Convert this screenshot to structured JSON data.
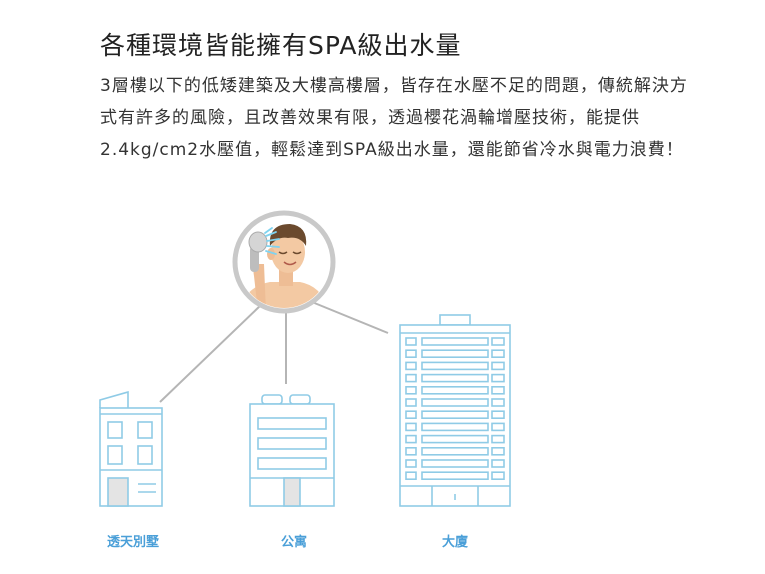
{
  "heading": "各種環境皆能擁有SPA級出水量",
  "paragraph": "3層樓以下的低矮建築及大樓高樓層，皆存在水壓不足的問題，傳統解決方式有許多的風險，且改善效果有限，透過櫻花渦輪增壓技術，能提供2.4kg/cm2水壓值，輕鬆達到SPA級出水量，還能節省冷水與電力浪費！",
  "buildings": {
    "townhouse_label": "透天別墅",
    "apartment_label": "公寓",
    "tower_label": "大廈"
  },
  "colors": {
    "building_stroke": "#8fcbe6",
    "label": "#4a9fd8",
    "connector": "#b5b5b5",
    "skin": "#f3c9a3",
    "hair": "#6b4a2e"
  },
  "icons": [
    "shower-head-icon",
    "water-spray-icon"
  ]
}
